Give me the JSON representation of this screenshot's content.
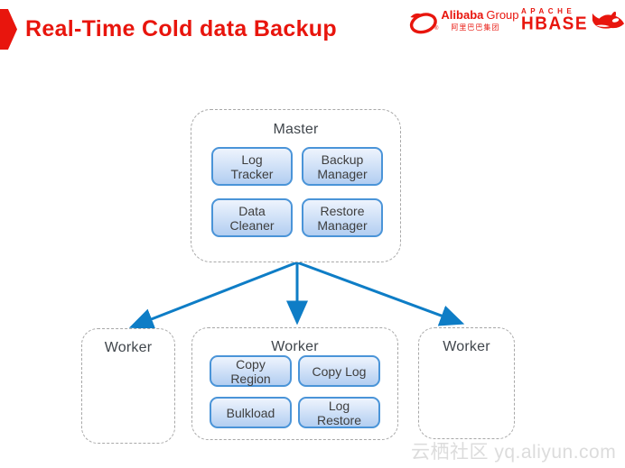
{
  "header": {
    "title": "Real-Time Cold data Backup",
    "logos": {
      "alibaba": {
        "name": "Alibaba",
        "suffix": "Group",
        "registered": "®",
        "subtext": "阿里巴巴集团"
      },
      "hbase": {
        "top": "APACHE",
        "main": "HBASE"
      }
    }
  },
  "diagram": {
    "master": {
      "label": "Master",
      "modules": [
        "Log Tracker",
        "Backup Manager",
        "Data Cleaner",
        "Restore Manager"
      ]
    },
    "workers": [
      {
        "label": "Worker",
        "modules": []
      },
      {
        "label": "Worker",
        "modules": [
          "Copy Region",
          "Copy Log",
          "Bulkload",
          "Log Restore"
        ]
      },
      {
        "label": "Worker",
        "modules": []
      }
    ]
  },
  "watermark": "云栖社区 yq.aliyun.com",
  "colors": {
    "accent_red": "#E8150D",
    "arrow_blue": "#0E7DC6",
    "node_border": "#4A94D8",
    "node_fill_top": "#EEF4FD",
    "node_fill_mid": "#CFE0F7",
    "node_fill_bottom": "#B2CEF1",
    "dashed_border": "#A8A8A8",
    "label_text": "#40464C",
    "module_text": "#3E3E3E",
    "watermark_gray": "#DCDCDC"
  }
}
